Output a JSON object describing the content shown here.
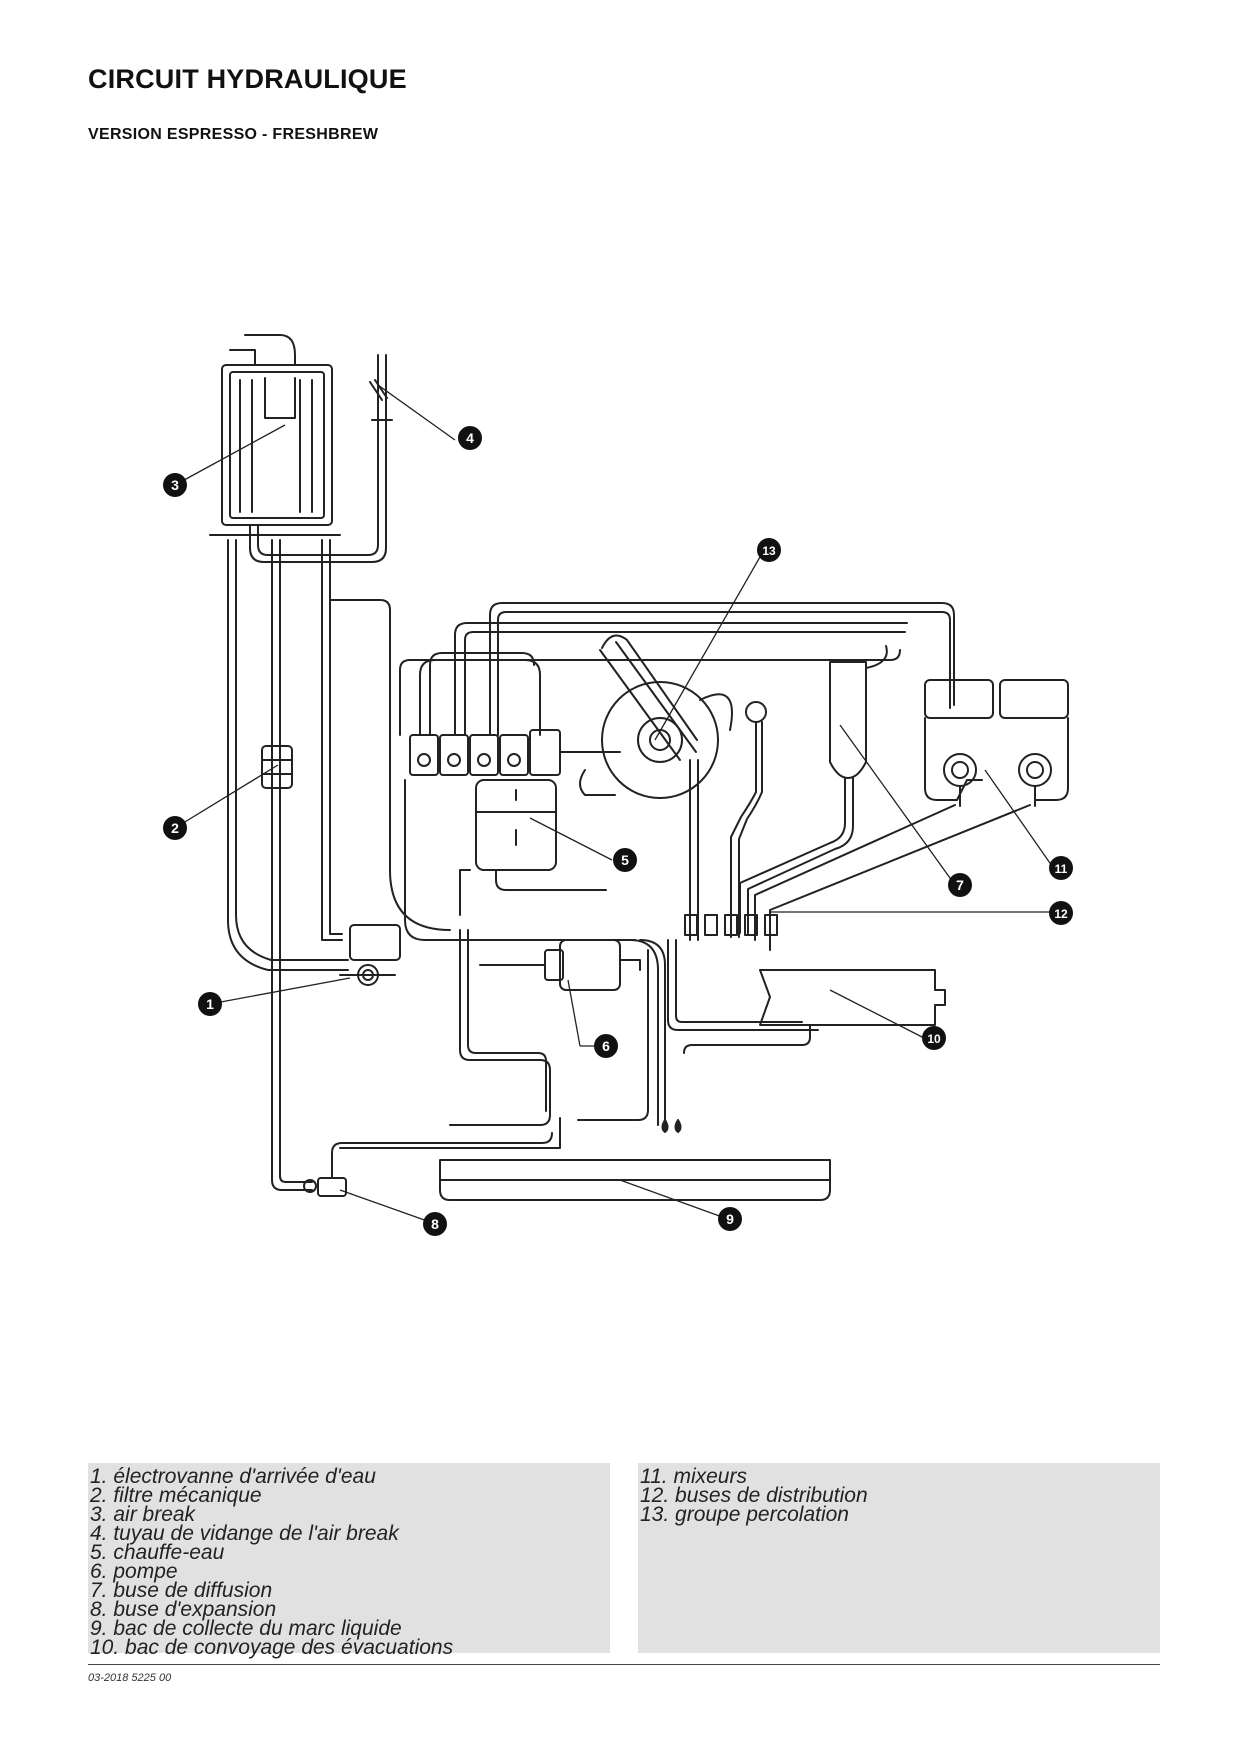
{
  "header": {
    "title": "CIRCUIT HYDRAULIQUE",
    "subtitle": "VERSION ESPRESSO - FRESHBREW"
  },
  "diagram": {
    "callouts": [
      "1",
      "2",
      "3",
      "4",
      "5",
      "6",
      "7",
      "8",
      "9",
      "10",
      "11",
      "12",
      "13"
    ]
  },
  "legend": {
    "left": [
      "1.  électrovanne d'arrivée d'eau",
      "2.  filtre mécanique",
      "3.  air break",
      "4.  tuyau de vidange de l'air break",
      "5.  chauffe-eau",
      "6.  pompe",
      "7.  buse de diffusion",
      "8.  buse d'expansion",
      "9.  bac de collecte du marc liquide",
      "10.  bac de convoyage des évacuations"
    ],
    "right": [
      "11.  mixeurs",
      "12.  buses de distribution",
      "13.  groupe percolation"
    ]
  },
  "footer": {
    "code": "03-2018 5225 00"
  }
}
